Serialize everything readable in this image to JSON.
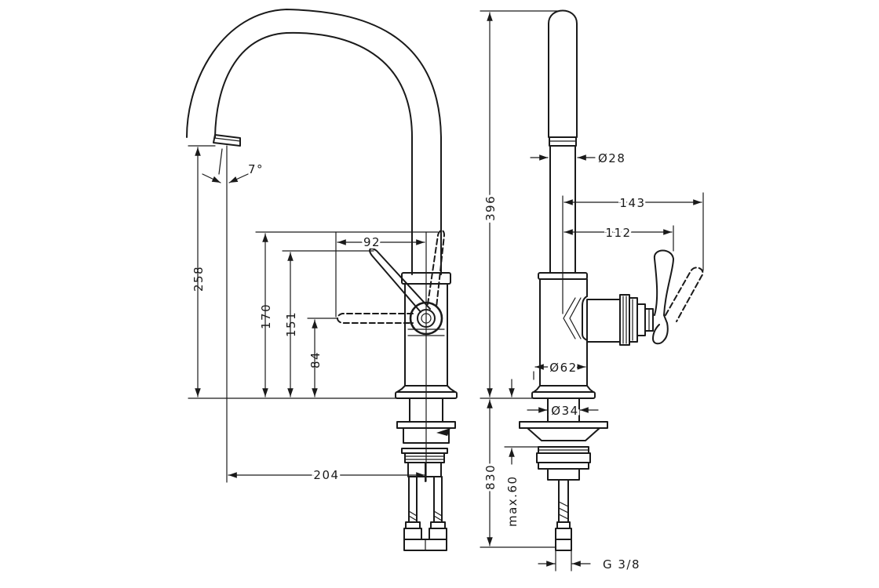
{
  "dimensions": {
    "angle": "7°",
    "height_outlet": "258",
    "height_lever_top": "170",
    "height_lever_mid": "151",
    "height_lever_axis": "84",
    "reach": "204",
    "lever_offset": "92",
    "total_height": "396",
    "spout_diameter": "Ø28",
    "depth_total": "143",
    "depth_lever": "112",
    "base_diameter": "Ø62",
    "shank_diameter": "Ø34",
    "hose_length": "830",
    "max_thickness": "max.60",
    "connection": "G 3/8"
  }
}
